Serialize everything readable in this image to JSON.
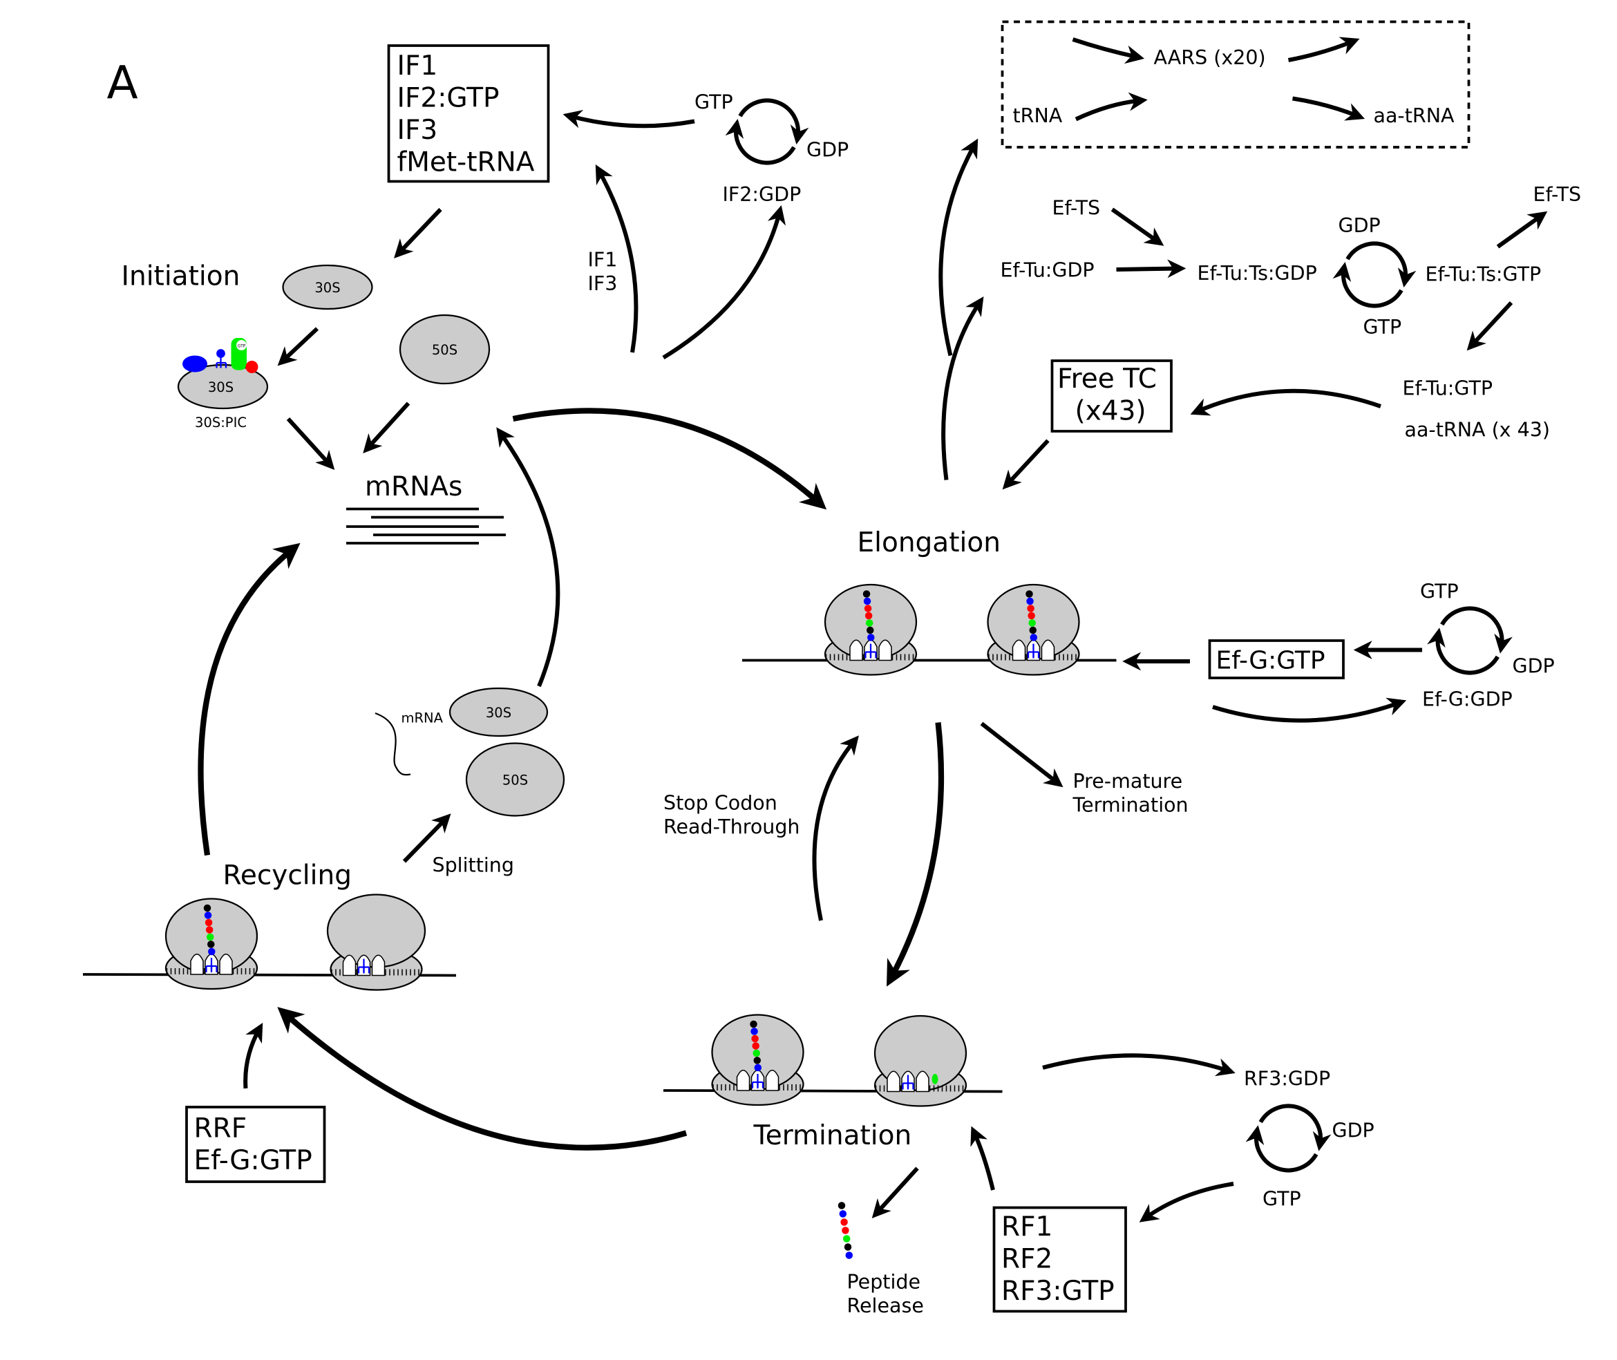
{
  "panel_label": "A",
  "colors": {
    "subunit": "#cccccc",
    "chain": [
      "#000000",
      "#0000ff",
      "#ff0000",
      "#ff0000",
      "#00ee00",
      "#000000",
      "#0000ff"
    ],
    "trna": "#0000ff",
    "release_site": "#00ee00"
  },
  "initiation": {
    "title": "Initiation",
    "factors_box": [
      "IF1",
      "IF2:GTP",
      "IF3",
      "fMet-tRNA"
    ],
    "cycle": {
      "top": "GTP",
      "right": "GDP",
      "bottom": "IF2:GDP"
    },
    "release_labels": [
      "IF1",
      "IF3"
    ],
    "subunit_30s": "30S",
    "subunit_50s": "50S",
    "pic_subunit": "30S",
    "pic_label": "30S:PIC",
    "pic_gtp": "GTP",
    "mrnas": "mRNAs"
  },
  "aars": {
    "enzyme": "AARS (x20)",
    "input": "tRNA",
    "output": "aa-tRNA"
  },
  "eftu": {
    "ef_ts_in": "Ef-TS",
    "eftu_gdp": "Ef-Tu:GDP",
    "eftu_ts_gdp": "Ef-Tu:Ts:GDP",
    "cycle_gdp": "GDP",
    "cycle_gtp": "GTP",
    "eftu_ts_gtp": "Ef-Tu:Ts:GTP",
    "ef_ts_out": "Ef-TS",
    "eftu_gtp": "Ef-Tu:GTP",
    "aa_trna": "aa-tRNA (x 43)",
    "free_tc": [
      "Free TC",
      "(x43)"
    ]
  },
  "elongation": {
    "title": "Elongation",
    "efg_box": "Ef-G:GTP",
    "cycle": {
      "top": "GTP",
      "right": "GDP"
    },
    "efg_gdp": "Ef-G:GDP",
    "premature": [
      "Pre-mature",
      "Termination"
    ],
    "readthrough": [
      "Stop Codon",
      "Read-Through"
    ]
  },
  "recycling": {
    "title": "Recycling",
    "splitting": "Splitting",
    "mrna": "mRNA",
    "subunit_30s": "30S",
    "subunit_50s": "50S",
    "factors_box": [
      "RRF",
      "Ef-G:GTP"
    ]
  },
  "termination": {
    "title": "Termination",
    "rf3_gdp": "RF3:GDP",
    "cycle": {
      "right": "GDP",
      "bottom": "GTP"
    },
    "factors_box": [
      "RF1",
      "RF2",
      "RF3:GTP"
    ],
    "peptide_release": [
      "Peptide",
      "Release"
    ]
  }
}
